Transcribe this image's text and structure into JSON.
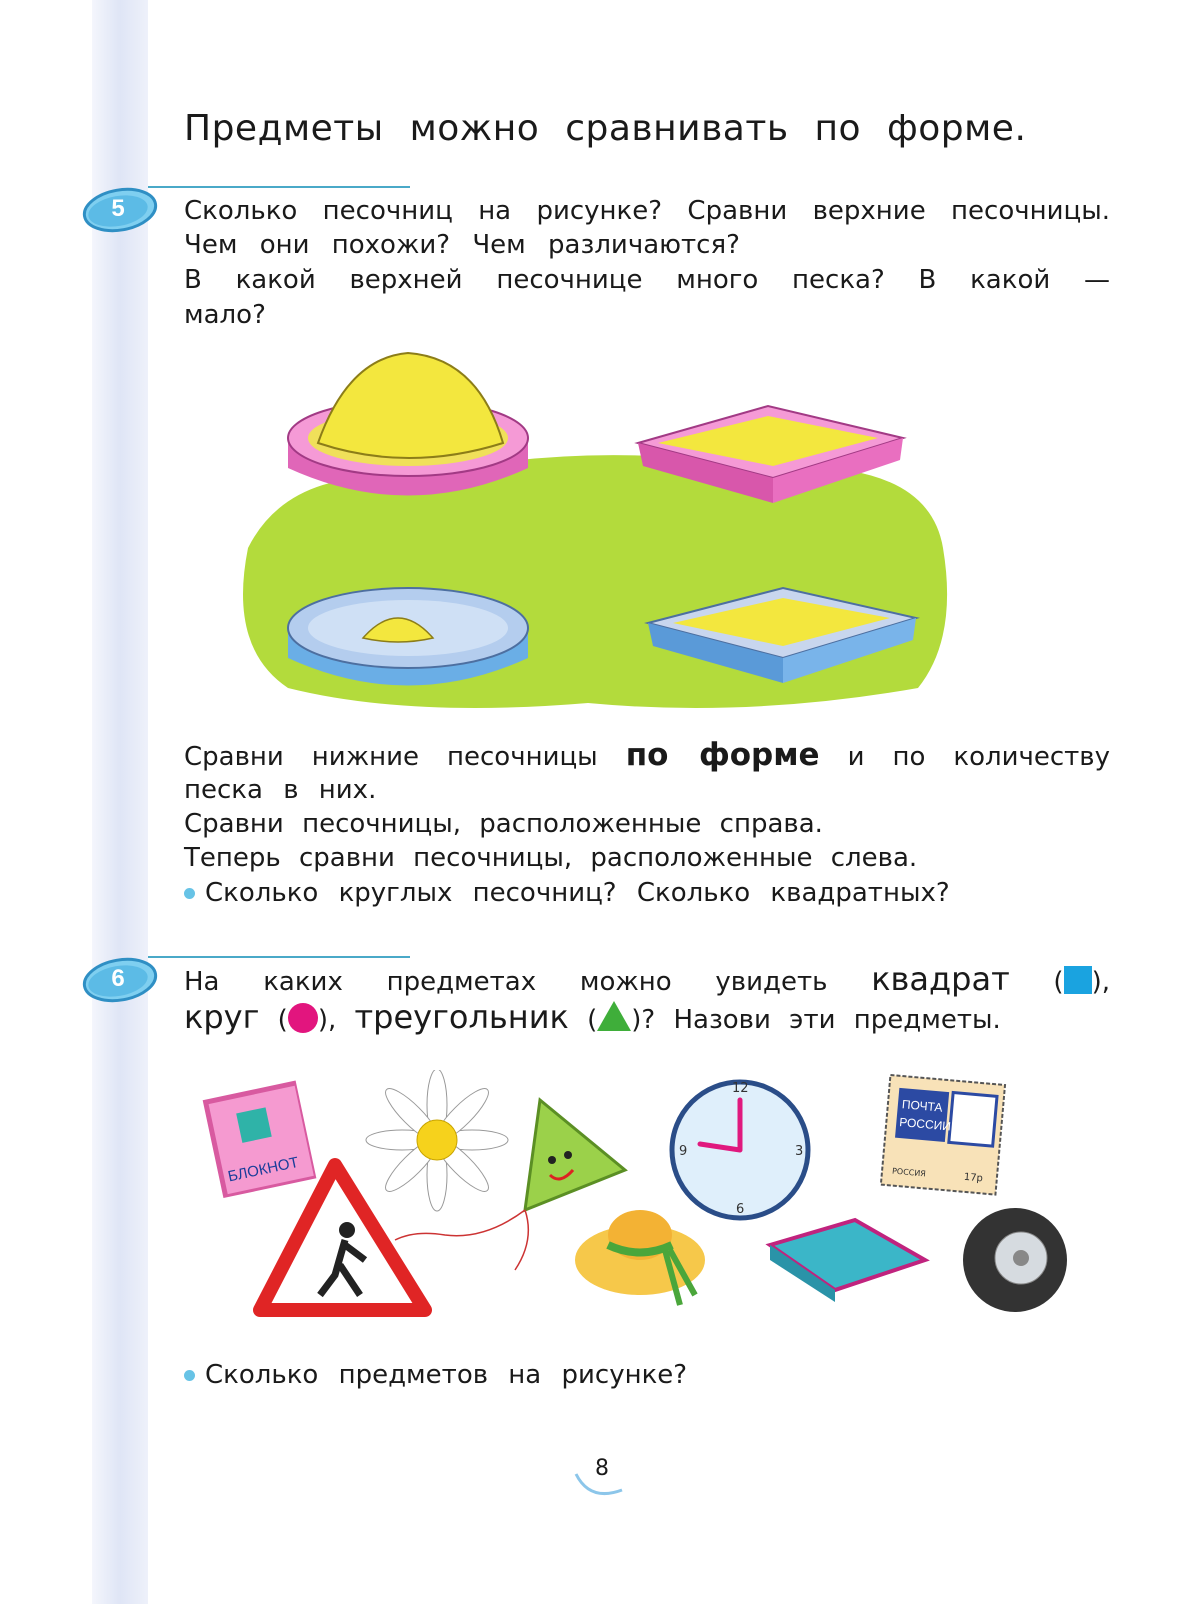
{
  "title": "Предметы можно сравнивать по форме.",
  "task5": {
    "number": "5",
    "lines": [
      "Сколько песочниц на рисунке? Сравни верхние песочницы.",
      "Чем они похожи? Чем различаются?",
      "В какой верхней песочнице много песка? В какой —",
      "мало?"
    ],
    "compare": {
      "line1_start": "Сравни нижние песочницы",
      "line1_bold": "по форме",
      "line1_end": "и по количеству",
      "line2": "песка в них.",
      "line3": "Сравни песочницы, расположенные справа.",
      "line4": "Теперь сравни песочницы, расположенные слева.",
      "bullet": "Сколько круглых песочниц? Сколько квадратных?"
    }
  },
  "task6": {
    "number": "6",
    "line1_start": "На каких предметах можно увидеть",
    "square_word": "квадрат",
    "circle_word": "круг",
    "triangle_word": "треугольник",
    "line2_end": "Назови эти предметы.",
    "bullet": "Сколько предметов на рисунке?",
    "notebook_label": "БЛОКНОТ",
    "stamp_label_1": "ПОЧТА",
    "stamp_label_2": "РОССИИ",
    "stamp_country": "РОССИЯ",
    "stamp_value": "17р",
    "clock_12": "12",
    "clock_3": "3",
    "clock_6": "6",
    "clock_9": "9"
  },
  "page_number": "8",
  "colors": {
    "accent": "#4aa9c8",
    "badge": "#5cbbe6",
    "square": "#1aa3e0",
    "circle": "#e2157e",
    "triangle": "#3fae3a"
  }
}
